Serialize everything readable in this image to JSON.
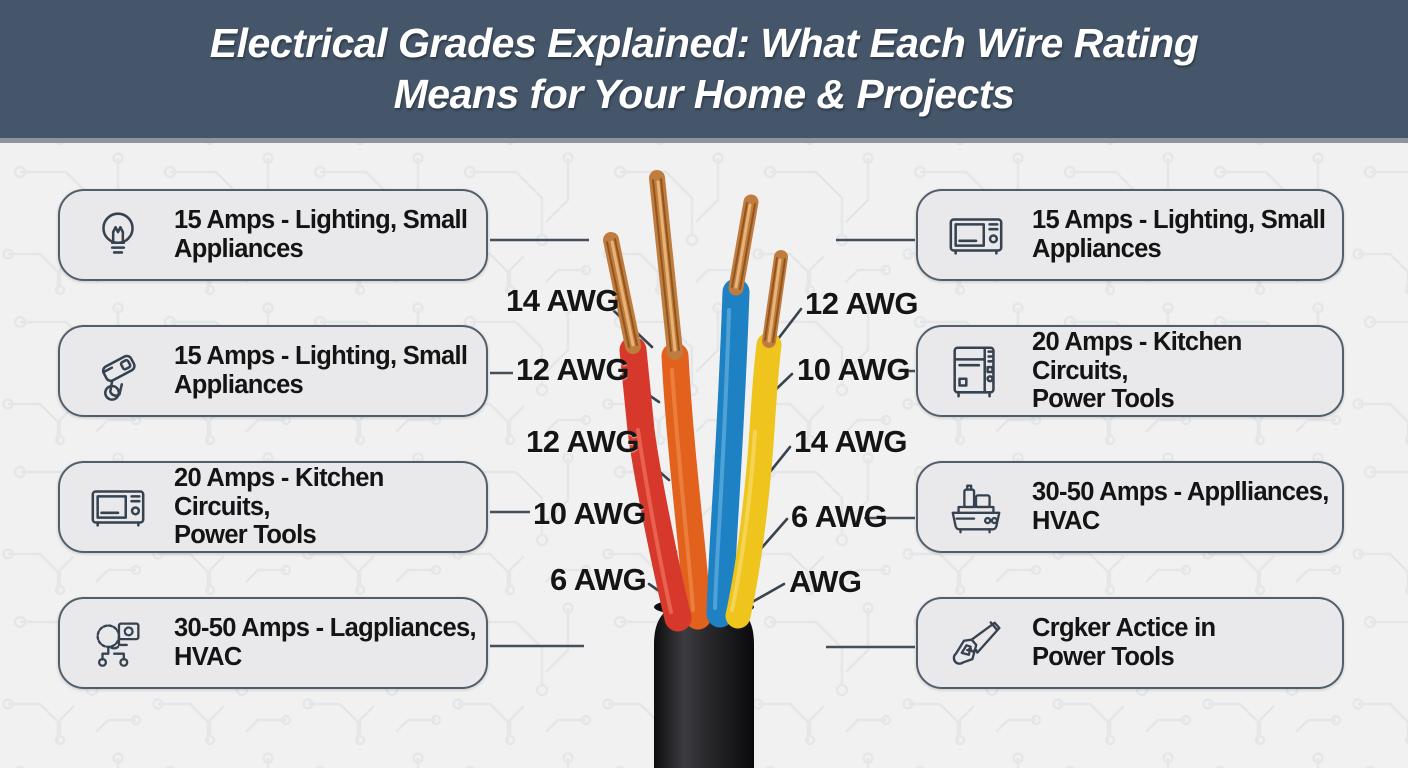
{
  "header": {
    "title_line1": "Electrical Grades Explained: What Each Wire Rating",
    "title_line2": "Means for Your Home & Projects",
    "bg_color": "#45566a",
    "text_color": "#ffffff"
  },
  "left_boxes": [
    {
      "icon": "lightbulb-icon",
      "line1": "15 Amps - Lighting, Small",
      "line2": "Appliances"
    },
    {
      "icon": "power-tool-icon",
      "line1": "15 Amps - Lighting, Small",
      "line2": "Appliances"
    },
    {
      "icon": "microwave-icon",
      "line1": "20 Amps - Kitchen Circuits,",
      "line2": "Power Tools"
    },
    {
      "icon": "gears-machine-icon",
      "line1": "30-50 Amps - Lagpliances,",
      "line2": "HVAC"
    }
  ],
  "right_boxes": [
    {
      "icon": "microwave-icon",
      "line1": "15 Amps - Lighting, Small",
      "line2": "Appliances"
    },
    {
      "icon": "oven-icon",
      "line1": "20 Amps - Kitchen Circuits,",
      "line2": "Power Tools"
    },
    {
      "icon": "appliance-machine-icon",
      "line1": "30-50 Amps - Applliances,",
      "line2": "HVAC"
    },
    {
      "icon": "handsaw-icon",
      "line1": "Crgker Actice in",
      "line2": "Power Tools"
    }
  ],
  "awg_left": [
    "14 AWG",
    "12 AWG",
    "12 AWG",
    "10 AWG",
    "6 AWG"
  ],
  "awg_right": [
    "12 AWG",
    "10 AWG",
    "14 AWG",
    "6 AWG",
    "AWG"
  ],
  "cable": {
    "jacket_color": "#18181a",
    "copper_color": "#c07c3e",
    "wire_colors": {
      "red": "#d6392b",
      "orange": "#e2611c",
      "blue": "#1e81c3",
      "yellow": "#eec41d"
    }
  },
  "style": {
    "box_fill": "#e9e9eb",
    "box_border": "#525f6b",
    "background": "#f1f1f2",
    "line_color": "#454f59"
  }
}
